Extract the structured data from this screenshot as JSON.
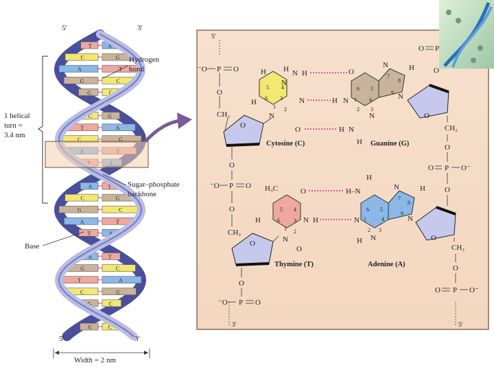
{
  "left_diagram": {
    "top_strand_ends": [
      "5'",
      "3'"
    ],
    "bottom_strand_ends": [
      "5'",
      "3'"
    ],
    "helical_turn_label": [
      "1 helical",
      "turn =",
      "3.4 nm"
    ],
    "hydrogen_bond_label": [
      "Hydrogen",
      "bond"
    ],
    "backbone_label": [
      "Sugar–phosphate",
      "backbone"
    ],
    "base_label": "Base",
    "width_label": "Width = 2 nm",
    "base_pairs": [
      [
        "T",
        "A"
      ],
      [
        "C",
        "G"
      ],
      [
        "A",
        "T"
      ],
      [
        "G",
        "C"
      ],
      [
        "G",
        "C"
      ],
      [
        "A",
        "T"
      ],
      [
        "C",
        "G"
      ],
      [
        "T",
        "A"
      ],
      [
        "C",
        "G"
      ],
      [
        "A",
        "T"
      ],
      [
        "T",
        "A"
      ],
      [
        "C",
        "G"
      ],
      [
        "A",
        "T"
      ],
      [
        "C",
        "G"
      ],
      [
        "G",
        "C"
      ],
      [
        "A",
        "T"
      ],
      [
        "T",
        "A"
      ],
      [
        "C",
        "G"
      ],
      [
        "A",
        "T"
      ],
      [
        "G",
        "C"
      ],
      [
        "T",
        "A"
      ],
      [
        "C",
        "G"
      ],
      [
        "G",
        "C"
      ],
      [
        "A",
        "T"
      ],
      [
        "G",
        "C"
      ]
    ]
  },
  "detail": {
    "strand_ends": {
      "top_left": "5'",
      "bottom_left": "3'",
      "bottom_right": "5'"
    },
    "phosphate": {
      "o_minus": "⁻O",
      "p": "P",
      "o": "O",
      "o_minus_right": "O⁻"
    },
    "ch2": "CH₂",
    "bases": {
      "cytosine": "Cytosine (C)",
      "guanine": "Guanine (G)",
      "thymine": "Thymine (T)",
      "adenine": "Adenine (A)"
    },
    "atoms": {
      "H": "H",
      "N": "N",
      "O": "O",
      "CH3": "H₃C",
      "NH": "H–N"
    }
  },
  "colors": {
    "backbone_blue": "#4a4f9c",
    "backbone_light": "#b9bde6",
    "cytosine": "#f2e872",
    "guanine": "#c9b39a",
    "thymine": "#eea8a0",
    "adenine": "#8bb8e6",
    "panel": "#f5dcc6",
    "hbond": "#e0287a",
    "arrow": "#7a5a9a"
  },
  "corner_image": {
    "icon": "dna-helix-photo"
  }
}
